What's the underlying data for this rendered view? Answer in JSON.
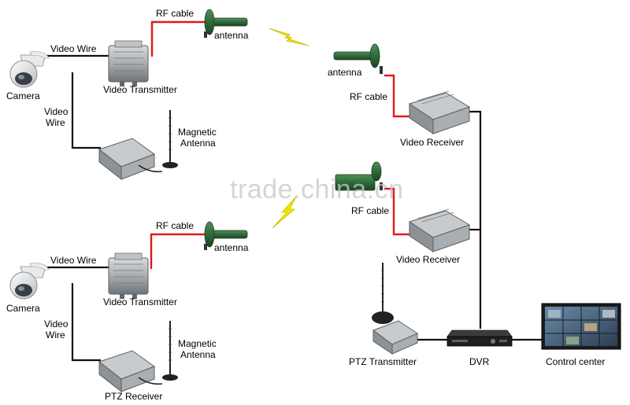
{
  "watermark": "trade.china.cn",
  "labels": {
    "camera_top": "Camera",
    "video_wire_top_h": "Video Wire",
    "video_wire_top_v_line1": "Video",
    "video_wire_top_v_line2": "Wire",
    "video_transmitter_top": "Video Transmitter",
    "rf_cable_top_left": "RF cable",
    "antenna_top_left": "antenna",
    "magnetic_top_line1": "Magnetic",
    "magnetic_top_line2": "Antenna",
    "antenna_right_top": "antenna",
    "rf_cable_right_top": "RF cable",
    "video_receiver_top": "Video Receiver",
    "rf_cable_right_mid": "RF cable",
    "video_receiver_mid": "Video Receiver",
    "camera_bottom": "Camera",
    "video_wire_bottom_h": "Video Wire",
    "video_wire_bottom_v_line1": "Video",
    "video_wire_bottom_v_line2": "Wire",
    "video_transmitter_bottom": "Video Transmitter",
    "rf_cable_bottom_left": "RF cable",
    "antenna_bottom_left": "antenna",
    "magnetic_bottom_line1": "Magnetic",
    "magnetic_bottom_line2": "Antenna",
    "ptz_receiver": "PTZ  Receiver",
    "ptz_transmitter": "PTZ Transmitter",
    "dvr": "DVR",
    "control_center": "Control center"
  },
  "colors": {
    "rf_cable": "#e0181c",
    "video_wire": "#111111",
    "antenna_green": "#2f6b3a",
    "device_gray": "#9aa0a4",
    "lightning": "#f2e600"
  }
}
